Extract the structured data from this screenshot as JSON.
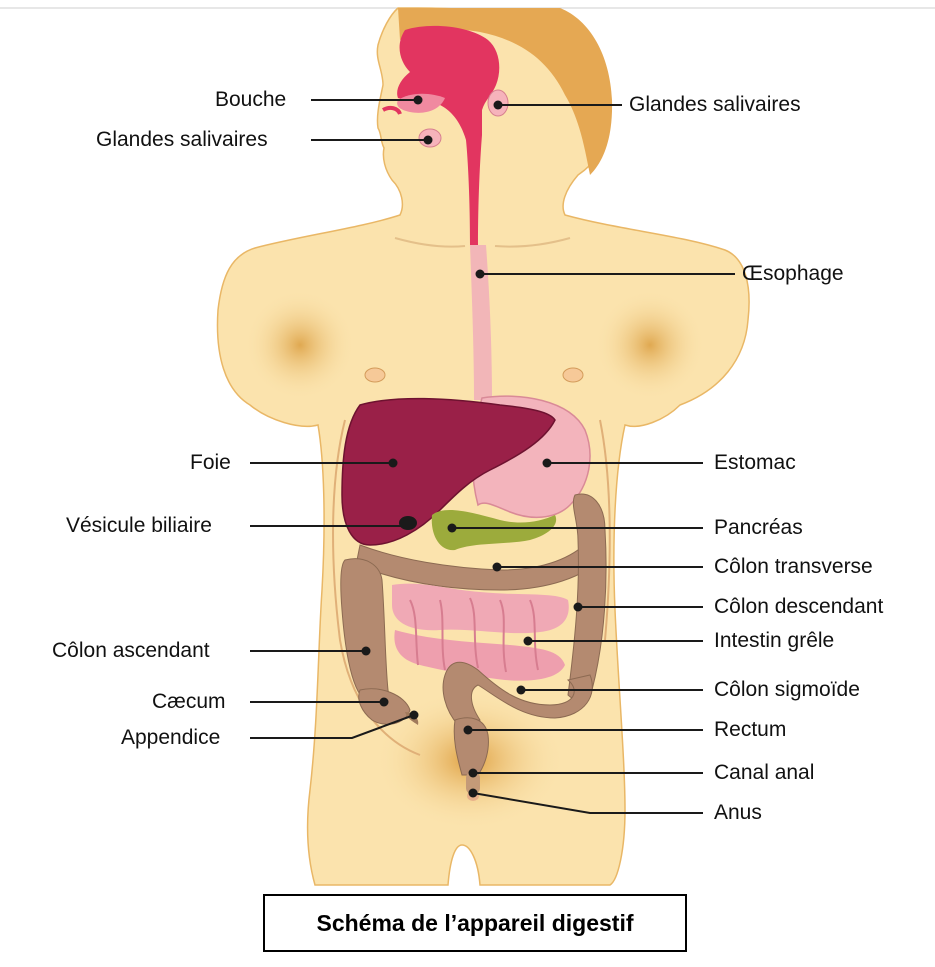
{
  "title": "Schéma de l’appareil digestif",
  "labels": {
    "bouche": "Bouche",
    "glandes_salivaires_left": "Glandes salivaires",
    "glandes_salivaires_right": "Glandes salivaires",
    "oesophage": "Œsophage",
    "foie": "Foie",
    "estomac": "Estomac",
    "vesicule_biliaire": "Vésicule biliaire",
    "pancreas": "Pancréas",
    "colon_transverse": "Côlon transverse",
    "colon_descendant": "Côlon descendant",
    "colon_ascendant": "Côlon ascendant",
    "intestin_grele": "Intestin grêle",
    "colon_sigmoide": "Côlon sigmoïde",
    "caecum": "Cæcum",
    "appendice": "Appendice",
    "rectum": "Rectum",
    "canal_anal": "Canal anal",
    "anus": "Anus"
  },
  "colors": {
    "skin": "#fbe3ad",
    "skin_shadow": "#e9b766",
    "hair": "#e5a853",
    "mouth_tract": "#e23560",
    "oesophagus": "#f2b6b8",
    "liver": "#9a2048",
    "stomach": "#f3b4bc",
    "pancreas": "#9cab3c",
    "colon": "#b48a70",
    "small_intestine": "#f0a9b5"
  }
}
